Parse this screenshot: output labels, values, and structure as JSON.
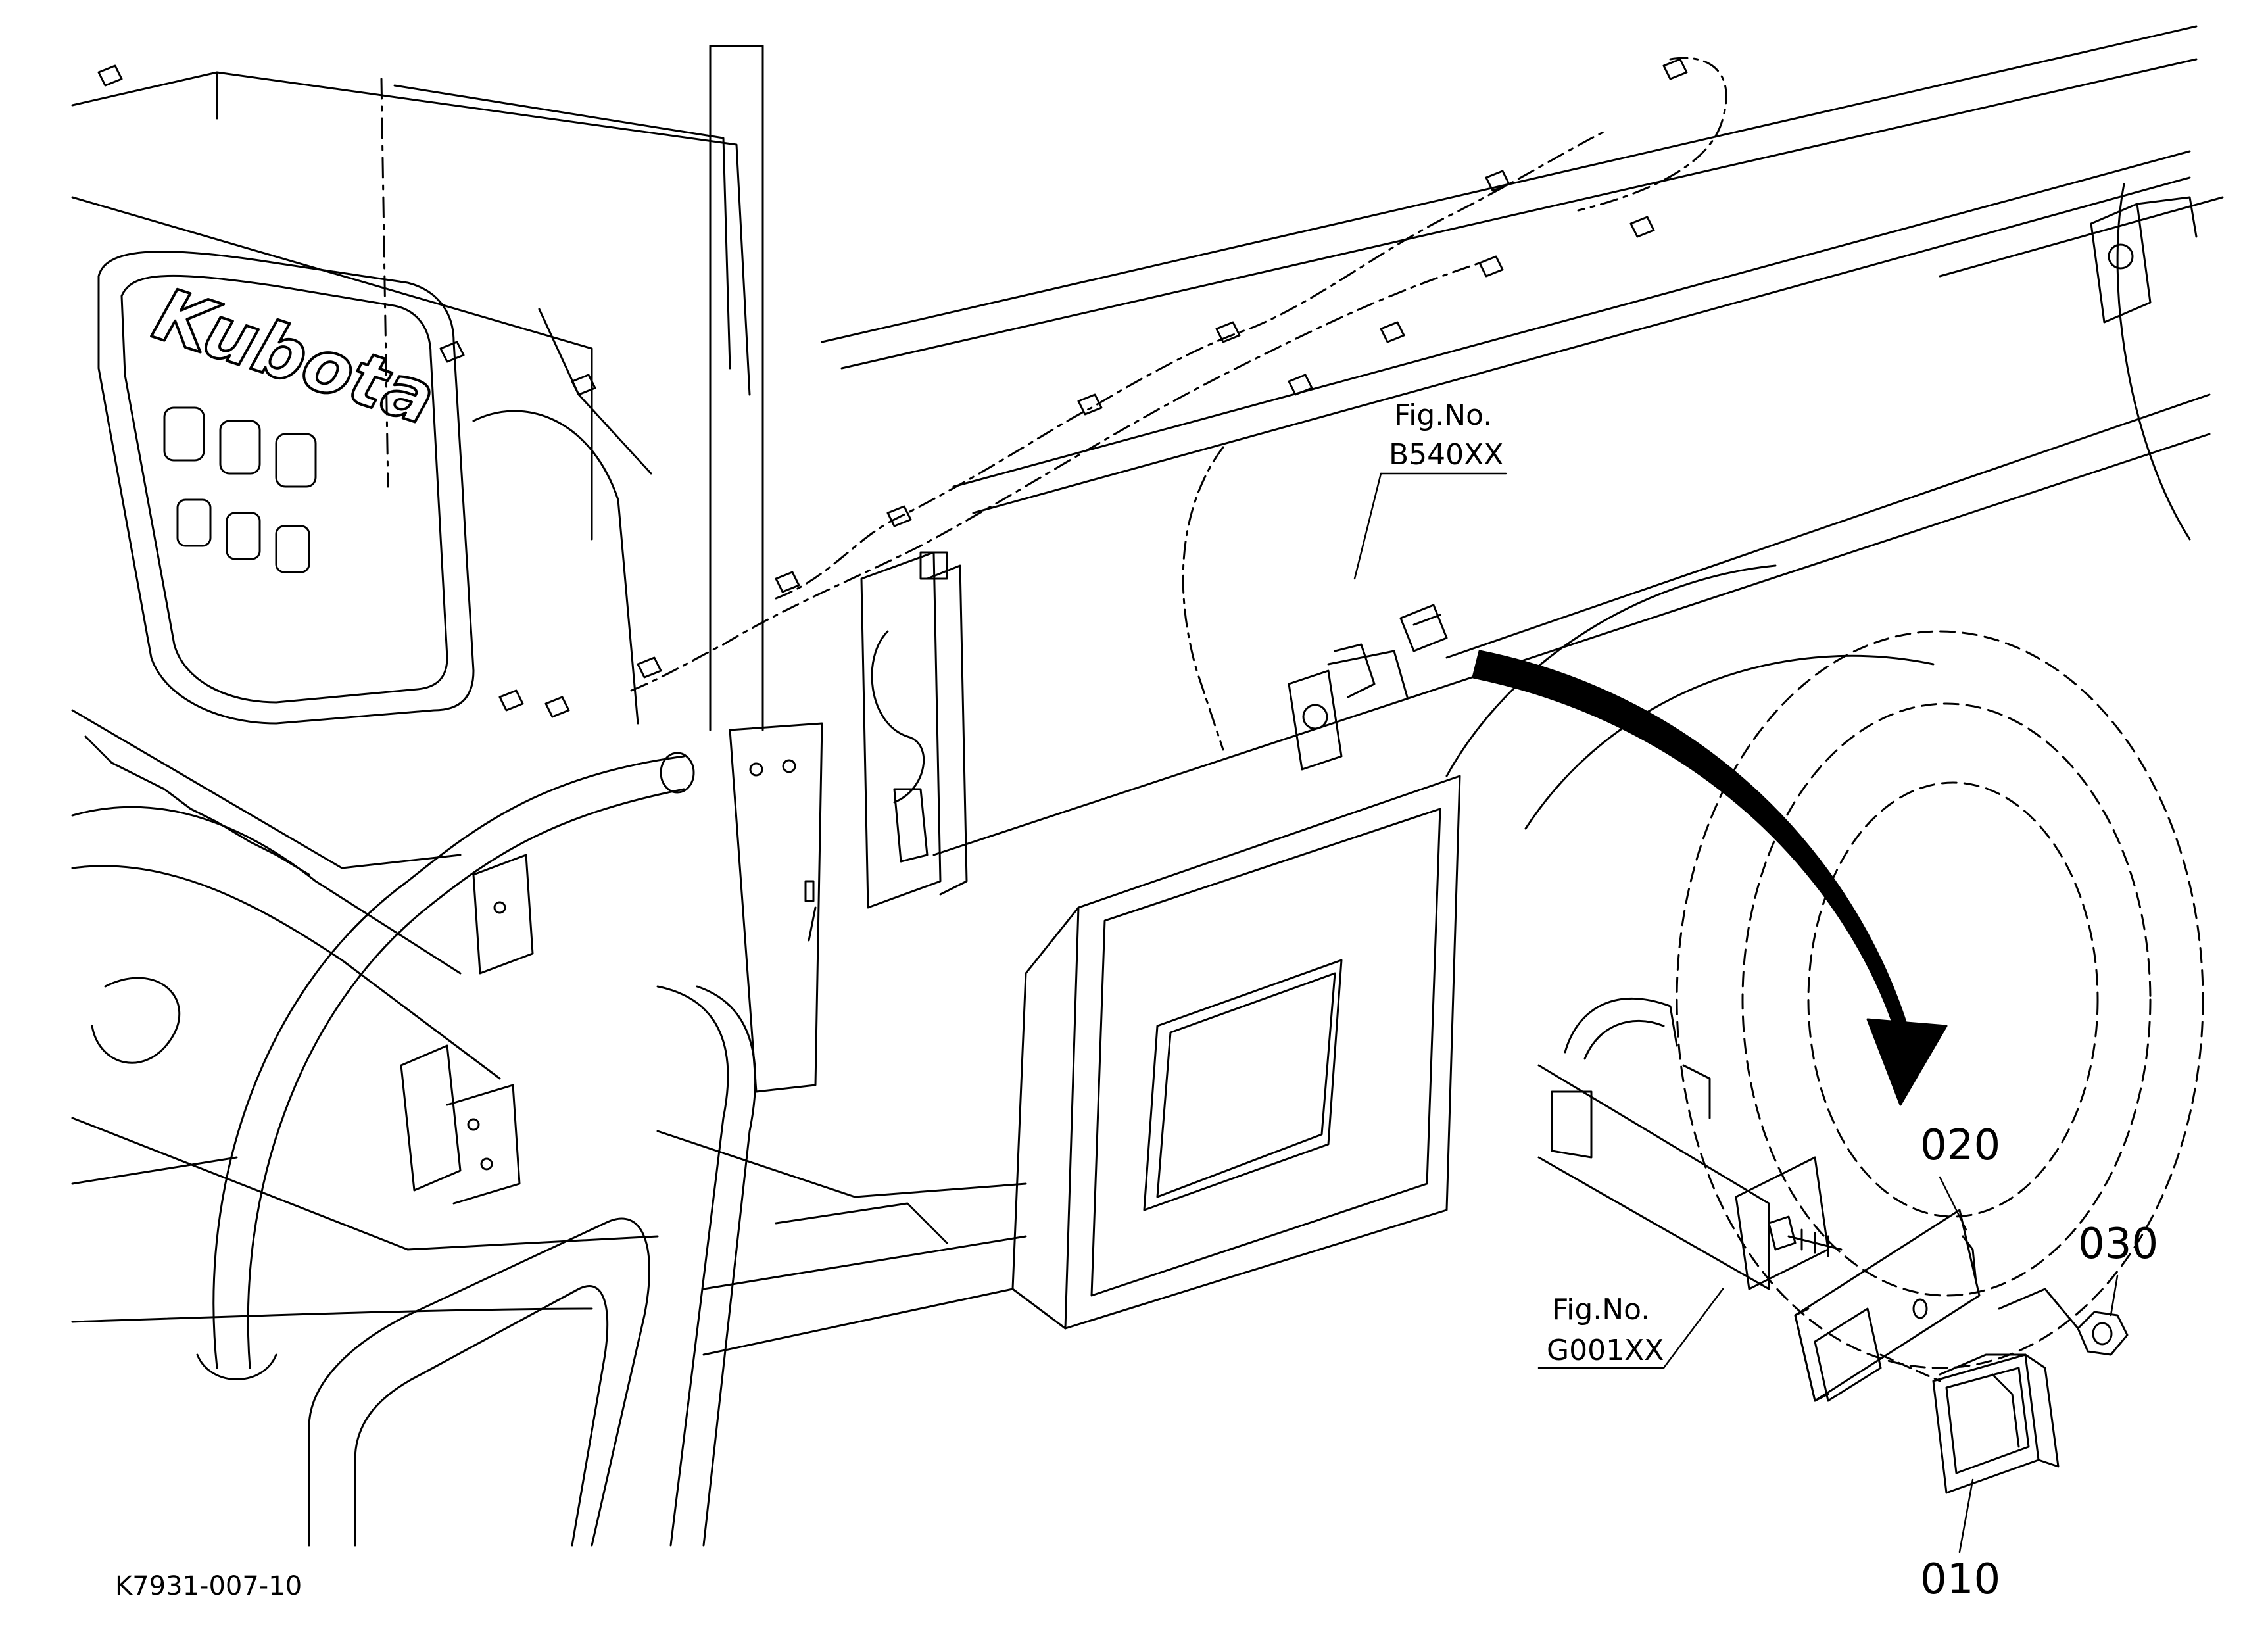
{
  "figure": {
    "code": "K7931-007-10",
    "brand_text": "Kubota"
  },
  "references": [
    {
      "caption": "Fig.No.",
      "number": "B540XX"
    },
    {
      "caption": "Fig.No.",
      "number": "G001XX"
    }
  ],
  "parts": [
    {
      "number": "010"
    },
    {
      "number": "020"
    },
    {
      "number": "030"
    }
  ],
  "colors": {
    "ink": "#000000",
    "paper": "#ffffff"
  }
}
